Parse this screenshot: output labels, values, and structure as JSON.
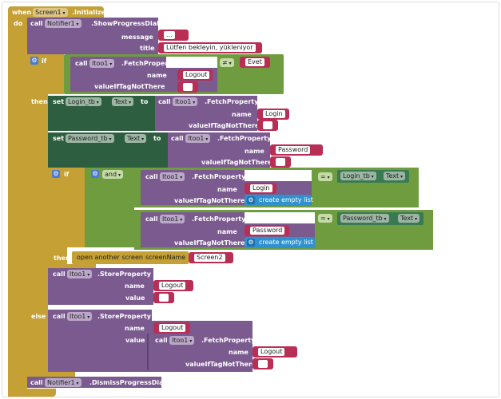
{
  "workspace": {
    "event": {
      "keyword": "when",
      "component": "Screen1",
      "event_name": ".Initialize",
      "do": "do"
    },
    "show_dialog": {
      "call": "call",
      "component": "Notifier1",
      "method": ".ShowProgressDialog",
      "message_label": "message",
      "message_value": "...",
      "title_label": "title",
      "title_value": "Lütfen bekleyin, yükleniyor"
    },
    "if1": {
      "if_label": "if",
      "call": "call",
      "component": "Itoo1",
      "method": ".FetchProperty",
      "name_label": "name",
      "name_value": "Logout",
      "default_label": "valueIfTagNotThere",
      "default_value": "",
      "op": "≠",
      "compare_value": "Evet",
      "then_label": "then",
      "else_label": "else"
    },
    "set_login": {
      "set": "set",
      "component": "Login_tb",
      "prop": "Text",
      "to": "to",
      "call": "call",
      "fetch_component": "Itoo1",
      "method": ".FetchProperty",
      "name_label": "name",
      "name_value": "Login",
      "default_label": "valueIfTagNotThere",
      "default_value": ""
    },
    "set_password": {
      "set": "set",
      "component": "Password_tb",
      "prop": "Text",
      "to": "to",
      "call": "call",
      "fetch_component": "Itoo1",
      "method": ".FetchProperty",
      "name_label": "name",
      "name_value": "Password",
      "default_label": "valueIfTagNotThere",
      "default_value": ""
    },
    "if2": {
      "if_label": "if",
      "and_label": "and",
      "then_label": "then",
      "cond1": {
        "call": "call",
        "component": "Itoo1",
        "method": ".FetchProperty",
        "name_label": "name",
        "name_value": "Login",
        "default_label": "valueIfTagNotThere",
        "default_value": "create empty list",
        "op": "=",
        "rhs_component": "Login_tb",
        "rhs_prop": "Text"
      },
      "cond2": {
        "call": "call",
        "component": "Itoo1",
        "method": ".FetchProperty",
        "name_label": "name",
        "name_value": "Password",
        "default_label": "valueIfTagNotThere",
        "default_value": "create empty list",
        "op": "=",
        "rhs_component": "Password_tb",
        "rhs_prop": "Text"
      },
      "open_screen": {
        "label": "open another screen",
        "param": "screenName",
        "value": "Screen2"
      }
    },
    "store1": {
      "call": "call",
      "component": "Itoo1",
      "method": ".StoreProperty",
      "name_label": "name",
      "name_value": "Logout",
      "value_label": "value",
      "value_value": ""
    },
    "store2": {
      "call": "call",
      "component": "Itoo1",
      "method": ".StoreProperty",
      "name_label": "name",
      "name_value": "Logout",
      "value_label": "value",
      "inner": {
        "call": "call",
        "component": "Itoo1",
        "method": ".FetchProperty",
        "name_label": "name",
        "name_value": "Logout",
        "default_label": "valueIfTagNotThere",
        "default_value": ""
      }
    },
    "dismiss": {
      "call": "call",
      "component": "Notifier1",
      "method": ".DismissProgressDialog"
    }
  }
}
